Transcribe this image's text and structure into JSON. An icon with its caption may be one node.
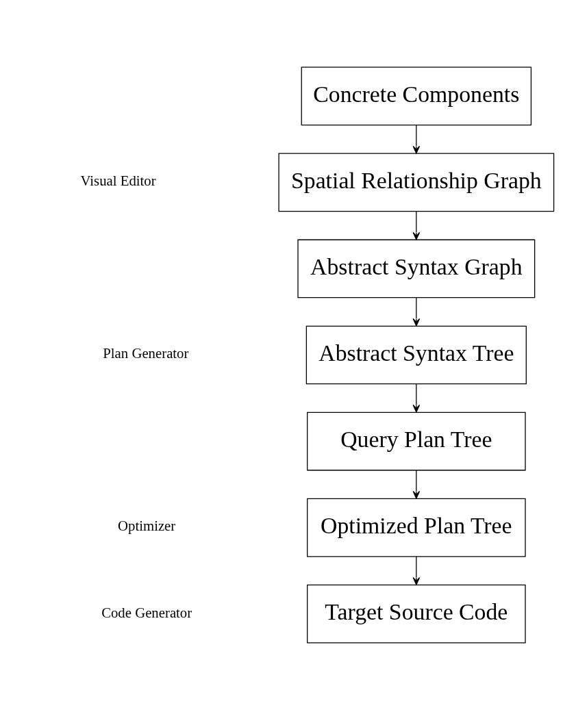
{
  "diagram": {
    "nodes": [
      {
        "text": [
          "Concrete Components"
        ]
      },
      {
        "text": [
          "Spatial Relationship Graph"
        ]
      },
      {
        "text": [
          "Abstract Syntax Graph"
        ]
      },
      {
        "text": [
          "Abstract Syntax Tree"
        ]
      },
      {
        "text": [
          "Query Plan Tree"
        ]
      },
      {
        "text": [
          "Optimized Plan Tree"
        ]
      },
      {
        "text": [
          "Target Source Code"
        ]
      }
    ],
    "edges": [
      {
        "from": 0,
        "to": 1,
        "arrow": "to"
      },
      {
        "from": 1,
        "to": 2,
        "arrow": "to"
      },
      {
        "from": 2,
        "to": 3,
        "arrow": "to"
      },
      {
        "from": 3,
        "to": 4,
        "arrow": "to"
      },
      {
        "from": 4,
        "to": 5,
        "arrow": "to"
      },
      {
        "from": 5,
        "to": 6,
        "arrow": "to"
      }
    ],
    "labels": [
      "Visual Editor",
      "Plan Generator",
      "Optimizer",
      "Code Generator"
    ]
  }
}
